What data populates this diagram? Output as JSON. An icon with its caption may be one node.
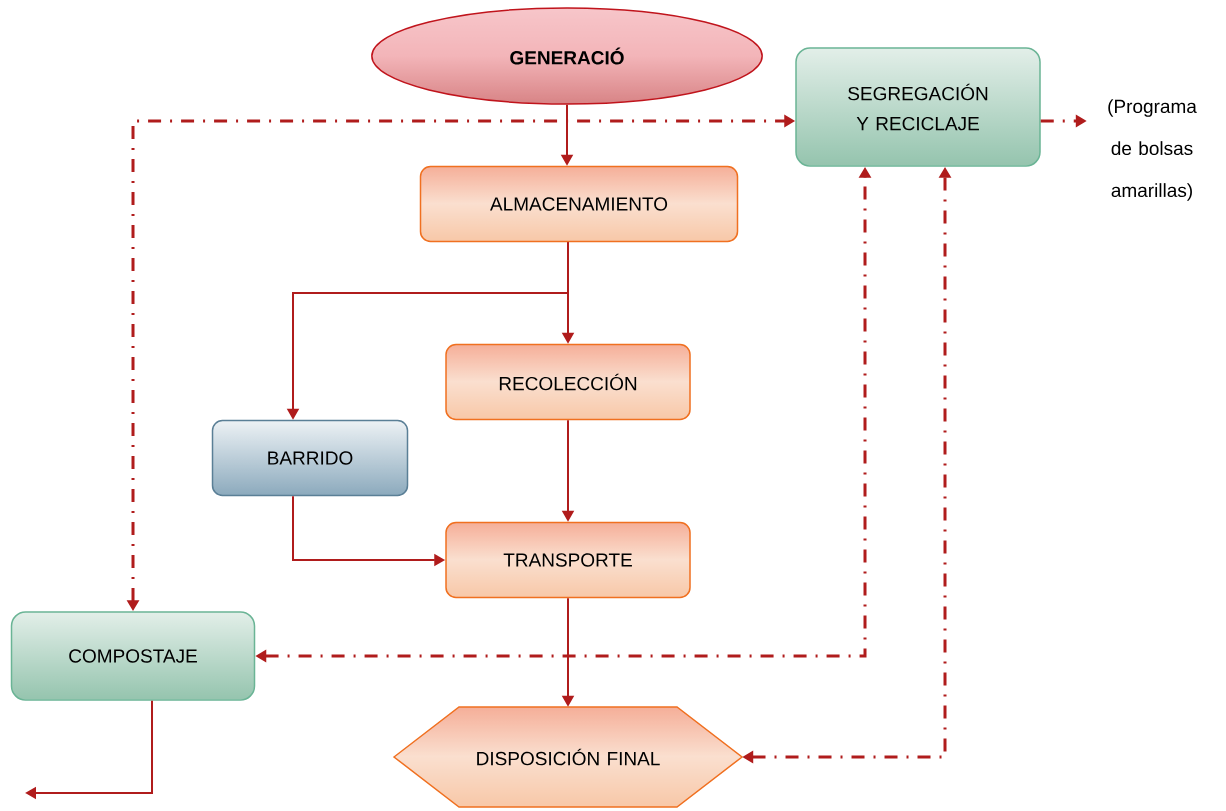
{
  "diagram": {
    "nodes": [
      {
        "text": [
          "GENERACIÓ"
        ]
      },
      {
        "text": [
          "SEGREGACIÓN Y RECICLAJE"
        ]
      },
      {
        "text": [
          "(Programa de bolsas amarillas)"
        ]
      },
      {
        "text": [
          "ALMACENAMIENTO"
        ]
      },
      {
        "text": [
          "RECOLECCIÓN"
        ]
      },
      {
        "text": [
          "BARRIDO"
        ]
      },
      {
        "text": [
          "TRANSPORTE"
        ]
      },
      {
        "text": [
          "COMPOSTAJE"
        ]
      },
      {
        "text": [
          "DISPOSICIÓN FINAL"
        ]
      }
    ],
    "edges": [
      {
        "from": 0,
        "to": 3,
        "arrow": "to"
      },
      {
        "from": 3,
        "to": 4,
        "arrow": "to"
      },
      {
        "from": 3,
        "to": 5,
        "arrow": "to"
      },
      {
        "from": 4,
        "to": 6,
        "arrow": "to"
      },
      {
        "from": 5,
        "to": 6,
        "arrow": "to"
      },
      {
        "from": 6,
        "to": 8,
        "arrow": "to"
      },
      {
        "from": 7,
        "to": 1,
        "arrow": "both",
        "style": "dashed"
      },
      {
        "from": 7,
        "to": 1,
        "arrow": "both",
        "style": "dashed"
      },
      {
        "from": 8,
        "to": 1,
        "arrow": "both",
        "style": "dashed"
      },
      {
        "from": 1,
        "to": 2,
        "arrow": "to",
        "style": "dashed"
      },
      {
        "from": 7,
        "to": null,
        "arrow": "to"
      }
    ]
  }
}
